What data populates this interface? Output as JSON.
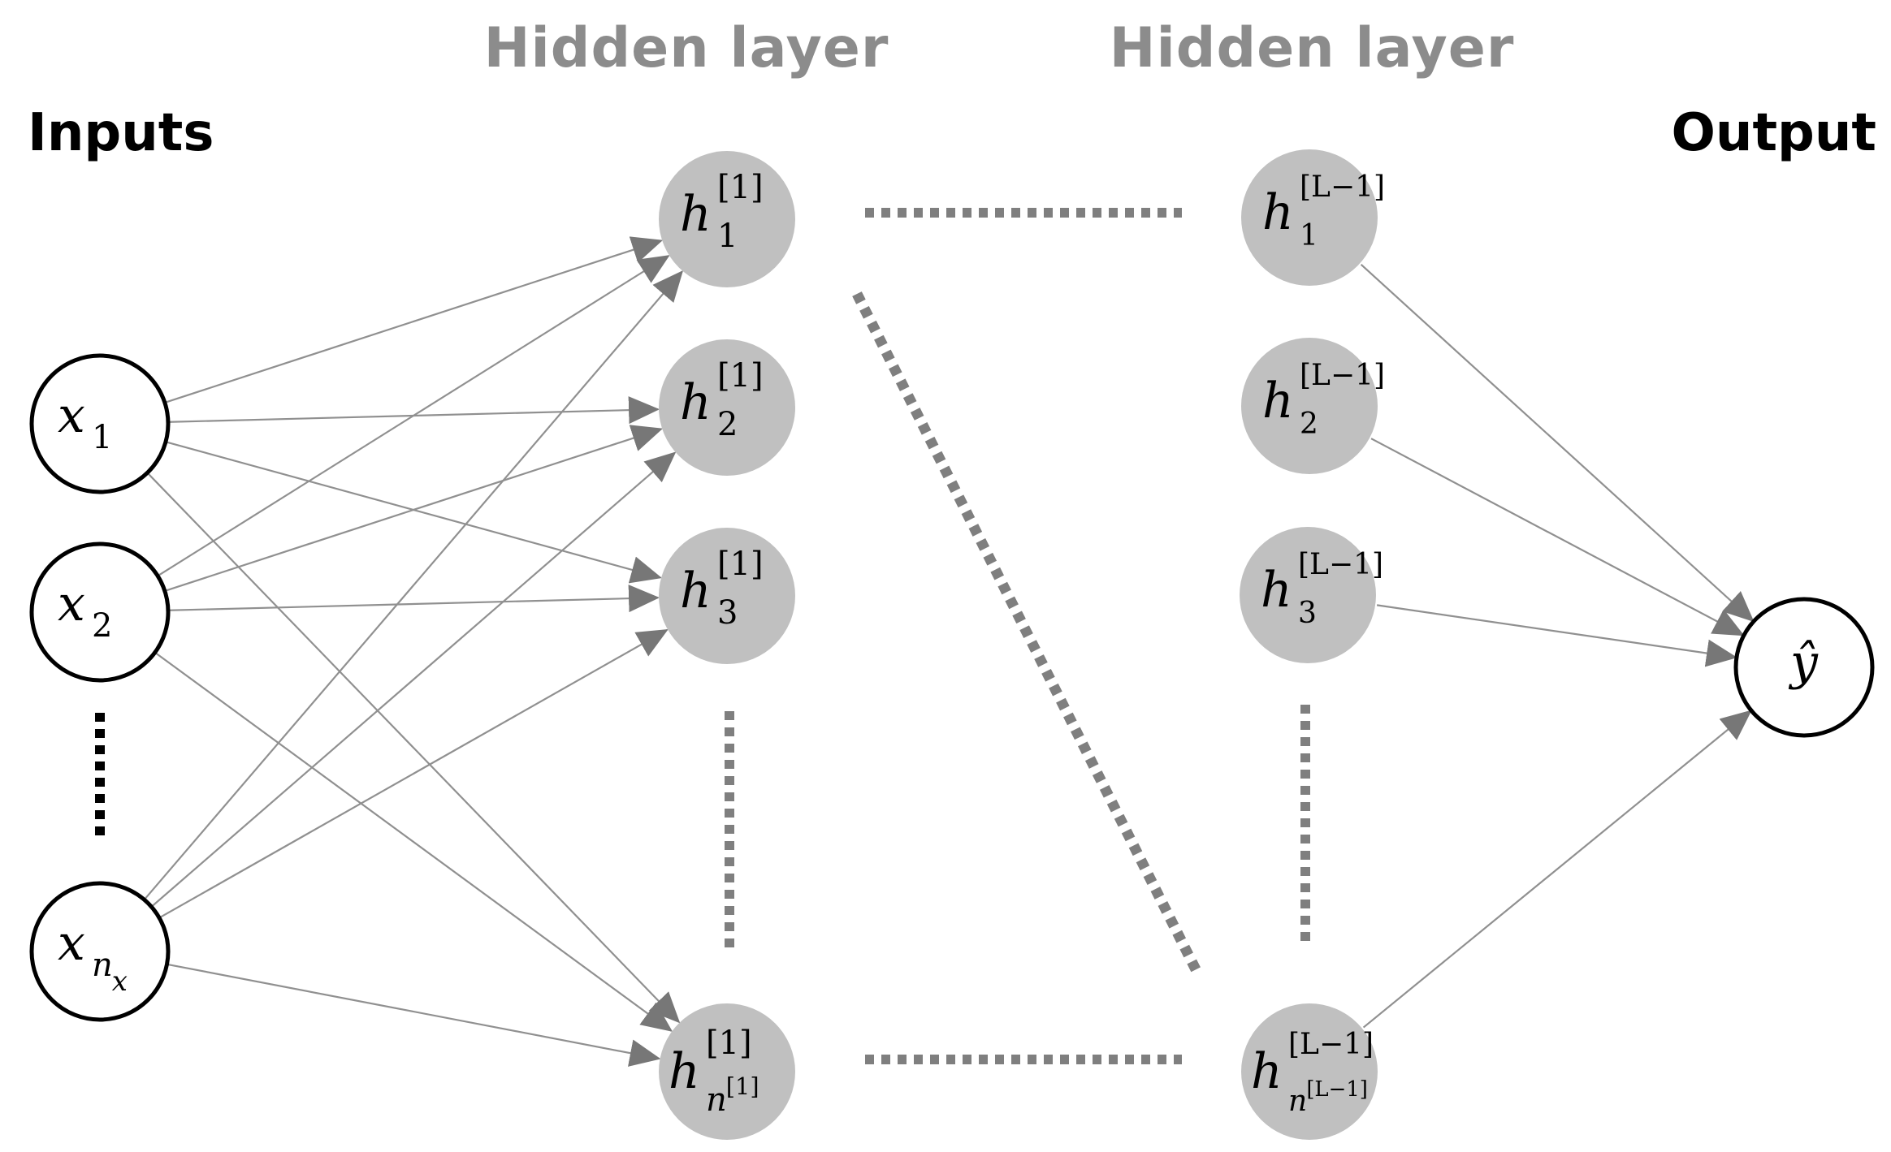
{
  "headers": {
    "hidden_layer_1": "Hidden layer",
    "hidden_layer_2": "Hidden layer",
    "inputs": "Inputs",
    "output": "Output"
  },
  "inputs": [
    {
      "base": "x",
      "sub": "1"
    },
    {
      "base": "x",
      "sub": "2"
    },
    {
      "base": "x",
      "sub": "n",
      "subsub": "x"
    }
  ],
  "hidden1": [
    {
      "base": "h",
      "sup": "[1]",
      "sub": "1"
    },
    {
      "base": "h",
      "sup": "[1]",
      "sub": "2"
    },
    {
      "base": "h",
      "sup": "[1]",
      "sub": "3"
    },
    {
      "base": "h",
      "sup": "[1]",
      "sub": "n",
      "subsup": "[1]"
    }
  ],
  "hiddenL": [
    {
      "base": "h",
      "sup": "[L−1]",
      "sub": "1"
    },
    {
      "base": "h",
      "sup": "[L−1]",
      "sub": "2"
    },
    {
      "base": "h",
      "sup": "[L−1]",
      "sub": "3"
    },
    {
      "base": "h",
      "sup": "[L−1]",
      "sub": "n",
      "subsup": "[L−1]"
    }
  ],
  "output": {
    "base": "ŷ"
  },
  "colors": {
    "hidden_fill": "#c0c0c0",
    "header_gray": "#8c8c8c",
    "dots_gray": "#7f7f7f",
    "edge_gray": "#909090",
    "black": "#000000"
  }
}
